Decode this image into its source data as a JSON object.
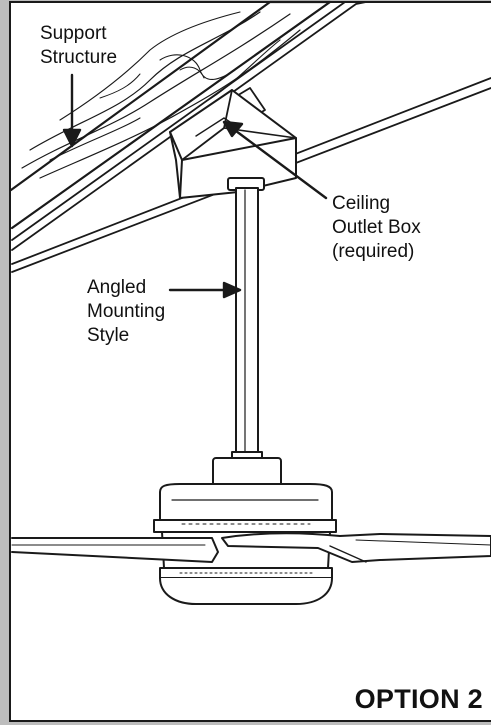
{
  "labels": {
    "support_structure": [
      "Support",
      "Structure"
    ],
    "ceiling_outlet_box": [
      "Ceiling",
      "Outlet Box",
      "(required)"
    ],
    "angled_mounting_style": [
      "Angled",
      "Mounting",
      "Style"
    ]
  },
  "option_title": "OPTION 2",
  "colors": {
    "line": "#1a1a1a",
    "frame_gray": "#bdbdbd",
    "background": "#ffffff"
  }
}
